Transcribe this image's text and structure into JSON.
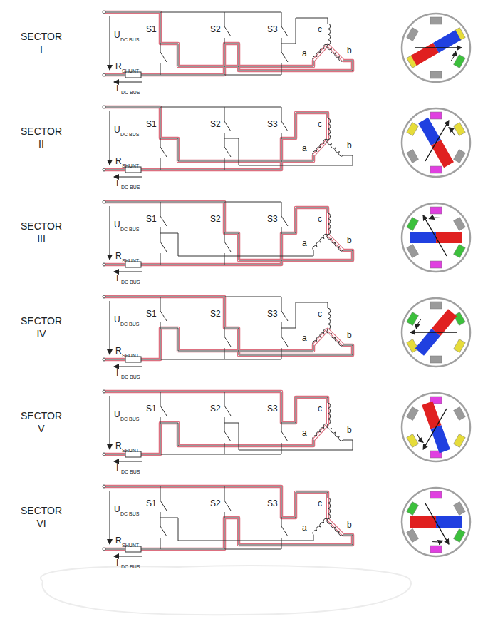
{
  "diagram": {
    "labels": [
      "SECTOR I",
      "U",
      "DC BUS",
      "R",
      "SHUNT",
      "I",
      "DC BUS",
      "S1",
      "S2",
      "S3",
      "a",
      "b",
      "c",
      "SECTOR II",
      "U",
      "DC BUS",
      "R",
      "SHUNT",
      "I",
      "DC BUS",
      "S1",
      "S2",
      "S3",
      "a",
      "b",
      "c",
      "SECTOR III",
      "U",
      "DC BUS",
      "R",
      "SHUNT",
      "I",
      "DC BUS",
      "S1",
      "S2",
      "S3",
      "a",
      "b",
      "c",
      "SECTOR IV",
      "U",
      "DC BUS",
      "R",
      "SHUNT",
      "I",
      "DC BUS",
      "S1",
      "S2",
      "S3",
      "a",
      "b",
      "c",
      "SECTOR V",
      "U",
      "DC BUS",
      "R",
      "SHUNT",
      "I",
      "DC BUS",
      "S1",
      "S2",
      "S3",
      "a",
      "b",
      "c",
      "SECTOR VI",
      "U",
      "DC BUS",
      "R",
      "SHUNT",
      "I",
      "DC BUS",
      "S1",
      "S2",
      "S3",
      "a",
      "b",
      "c"
    ]
  }
}
